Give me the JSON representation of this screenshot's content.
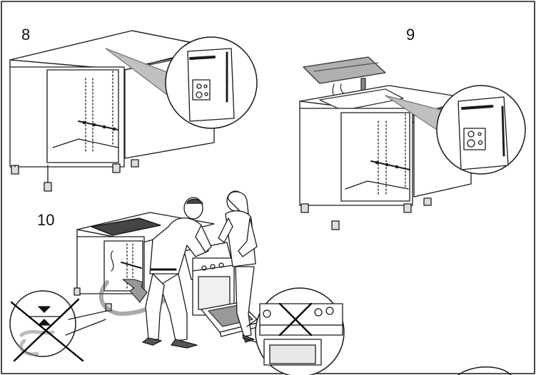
{
  "steps": [
    {
      "number": "8"
    },
    {
      "number": "9"
    },
    {
      "number": "10"
    }
  ],
  "illustrations": {
    "step8": "cabinet-with-leaflet-detail",
    "step9": "cabinet-with-hob-insert-and-leaflet-detail",
    "step10": "two-people-installing-oven"
  },
  "icons": [
    "leaflet-icon",
    "down-arrow-icon",
    "push-arrow-icon",
    "cross-mark-icon"
  ],
  "colors": {
    "line": "#1a1a1a",
    "fill": "#ffffff",
    "shade": "#b8b8b8",
    "dark": "#444444"
  }
}
